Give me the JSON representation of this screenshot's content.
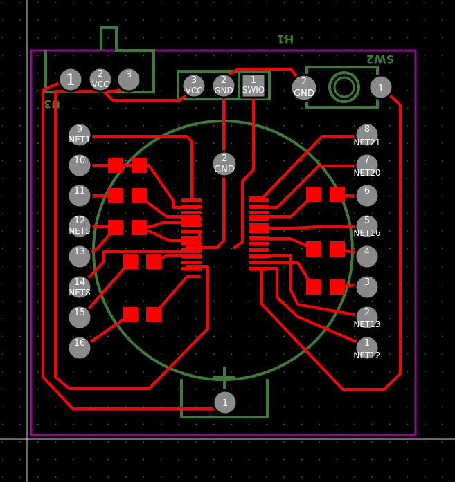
{
  "refs": {
    "h1": "H1",
    "sw2": "SW2",
    "u3": "U3"
  },
  "power_header": {
    "pins": [
      "1",
      "2",
      "3"
    ],
    "nets": [
      "",
      "VCC",
      ""
    ]
  },
  "prog_header": {
    "pins": [
      "3",
      "2",
      "1"
    ],
    "nets": [
      "VCC",
      "GND",
      "SWIO"
    ]
  },
  "sw2": {
    "pins": [
      "2",
      "1"
    ],
    "nets": [
      "GND",
      ""
    ]
  },
  "battery": {
    "center_pin": "2",
    "center_net": "GND",
    "plus_pin": "1",
    "plus_symbol": "+"
  },
  "left_pins": [
    {
      "num": "9",
      "net": "NET1"
    },
    {
      "num": "10",
      "net": ""
    },
    {
      "num": "11",
      "net": ""
    },
    {
      "num": "12",
      "net": "NET5"
    },
    {
      "num": "13",
      "net": ""
    },
    {
      "num": "14",
      "net": "NET8"
    },
    {
      "num": "15",
      "net": ""
    },
    {
      "num": "16",
      "net": ""
    }
  ],
  "right_pins": [
    {
      "num": "8",
      "net": "NET21"
    },
    {
      "num": "7",
      "net": "NET20"
    },
    {
      "num": "6",
      "net": ""
    },
    {
      "num": "5",
      "net": "NET16"
    },
    {
      "num": "4",
      "net": ""
    },
    {
      "num": "3",
      "net": ""
    },
    {
      "num": "2",
      "net": "NET13"
    },
    {
      "num": "1",
      "net": "NET12"
    }
  ],
  "colors": {
    "copper": "#ff0000",
    "silkscreen": "#3f7a3a",
    "edge_cuts": "#8b0f8b",
    "pad": "#8a8a8a",
    "background": "#000000"
  }
}
